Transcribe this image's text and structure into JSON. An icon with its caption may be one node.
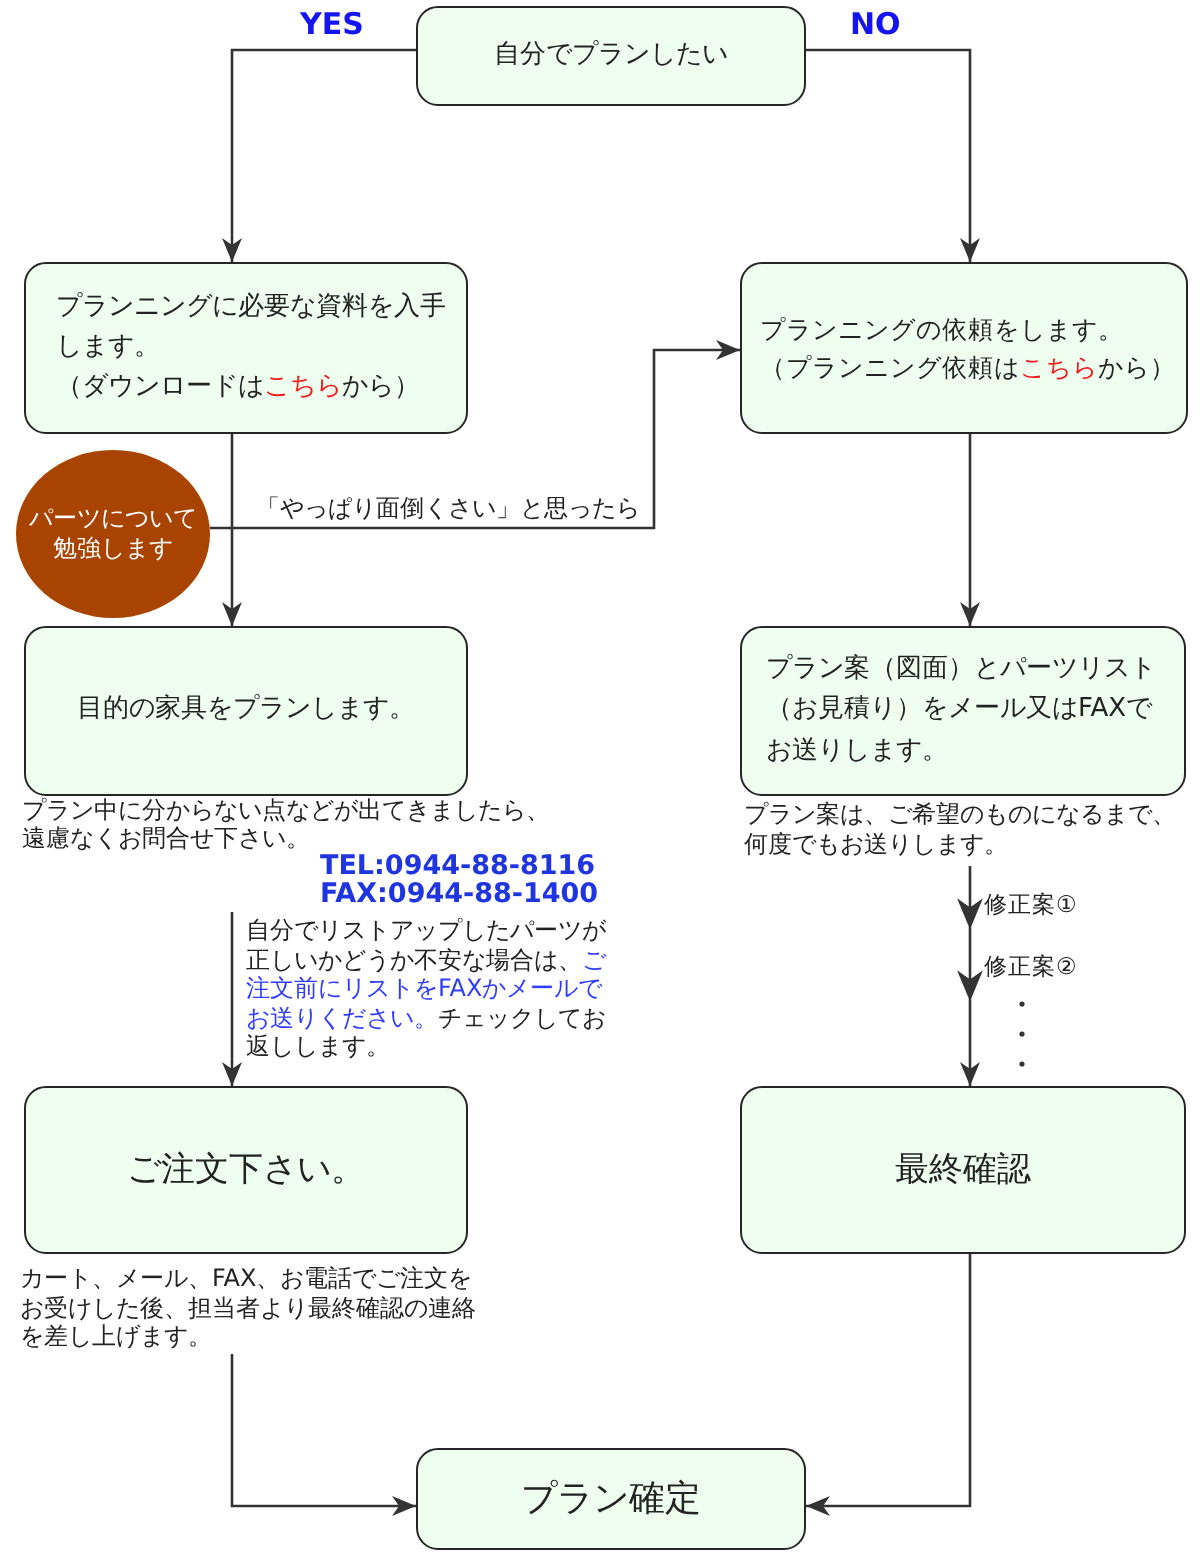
{
  "diagram": {
    "nodes": [
      {
        "text": [
          "自分でプランしたい"
        ]
      },
      {
        "text": [
          "プランニングに必要な資料を入手します。",
          "（ダウンロードは**こちら**から）"
        ]
      },
      {
        "text": [
          "プランニングの依頼をします。",
          "（プランニング依頼は**こちら**から）"
        ]
      },
      {
        "text": [
          "パーツについて勉強します"
        ]
      },
      {
        "text": [
          "目的の家具をプランします。"
        ],
        "beside": [
          "プラン中に分からない点などが出てきましたら、遠慮なくお問合せ下さい。",
          "TEL:0944-88-8116",
          "FAX:0944-88-1400"
        ]
      },
      {
        "text": [
          "プラン案（図面）とパーツリスト（お見積り）をメール又はFAXでお送りします。"
        ],
        "beside": [
          "プラン案は、ご希望のものになるまで、何度でもお送りします。"
        ]
      },
      {
        "text": [
          "ご注文下さい。"
        ],
        "beside": [
          "カート、メール、FAX、お電話でご注文をお受けした後、担当者より最終確認の連絡を差し上げます。"
        ]
      },
      {
        "text": [
          "最終確認"
        ]
      },
      {
        "text": [
          "プラン確定"
        ]
      }
    ],
    "edges": [
      {
        "from": 0,
        "to": 1,
        "arrow": "to",
        "label": "YES"
      },
      {
        "from": 0,
        "to": 2,
        "arrow": "to",
        "label": "NO"
      },
      {
        "from": 1,
        "to": 4,
        "arrow": "to"
      },
      {
        "from": 3,
        "to": 2,
        "arrow": "to",
        "label": "「やっぱり面倒くさい」と思ったら"
      },
      {
        "from": 2,
        "to": 5,
        "arrow": "to"
      },
      {
        "from": 4,
        "to": 6,
        "arrow": "to"
      },
      {
        "from": 5,
        "to": 7,
        "arrow": "to"
      },
      {
        "from": 6,
        "to": 8,
        "arrow": "to"
      },
      {
        "from": 7,
        "to": 8,
        "arrow": "to"
      }
    ],
    "labels": [
      "自分でリストアップしたパーツが正しいかどうか不安な場合は、**ご注文前にリストをFAXかメールでお送りください。**チェックしてお返しします。",
      "修正案①",
      "修正案②"
    ]
  }
}
